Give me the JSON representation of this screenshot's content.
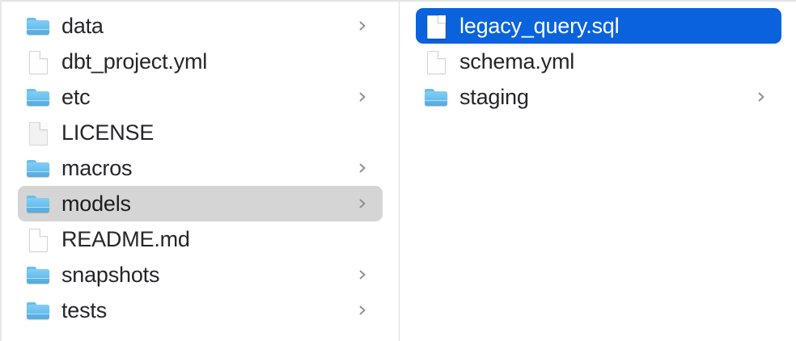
{
  "app": {
    "name": "Finder",
    "view_mode": "column",
    "accent_color": "#0a63dc",
    "inactive_selection_color": "#d5d5d5",
    "folder_icon_color": "#63bcee",
    "file_icon_color": "#fefefe",
    "divider_color": "#dcdcdd"
  },
  "columns": [
    {
      "name": "project-column",
      "items": [
        {
          "label": "data",
          "icon": "folder-icon",
          "has_disclosure": true,
          "selected": false,
          "selection_state": "none"
        },
        {
          "label": "dbt_project.yml",
          "icon": "file-icon",
          "has_disclosure": false,
          "selected": false,
          "selection_state": "none"
        },
        {
          "label": "etc",
          "icon": "folder-icon",
          "has_disclosure": true,
          "selected": false,
          "selection_state": "none"
        },
        {
          "label": "LICENSE",
          "icon": "file-plain-icon",
          "has_disclosure": false,
          "selected": false,
          "selection_state": "none"
        },
        {
          "label": "macros",
          "icon": "folder-icon",
          "has_disclosure": true,
          "selected": false,
          "selection_state": "none"
        },
        {
          "label": "models",
          "icon": "folder-icon",
          "has_disclosure": true,
          "selected": true,
          "selection_state": "inactive"
        },
        {
          "label": "README.md",
          "icon": "file-icon",
          "has_disclosure": false,
          "selected": false,
          "selection_state": "none"
        },
        {
          "label": "snapshots",
          "icon": "folder-icon",
          "has_disclosure": true,
          "selected": false,
          "selection_state": "none"
        },
        {
          "label": "tests",
          "icon": "folder-icon",
          "has_disclosure": true,
          "selected": false,
          "selection_state": "none"
        }
      ]
    },
    {
      "name": "models-column",
      "items": [
        {
          "label": "legacy_query.sql",
          "icon": "file-icon",
          "has_disclosure": false,
          "selected": true,
          "selection_state": "active"
        },
        {
          "label": "schema.yml",
          "icon": "file-icon",
          "has_disclosure": false,
          "selected": false,
          "selection_state": "none"
        },
        {
          "label": "staging",
          "icon": "folder-icon",
          "has_disclosure": true,
          "selected": false,
          "selection_state": "none"
        }
      ]
    }
  ]
}
